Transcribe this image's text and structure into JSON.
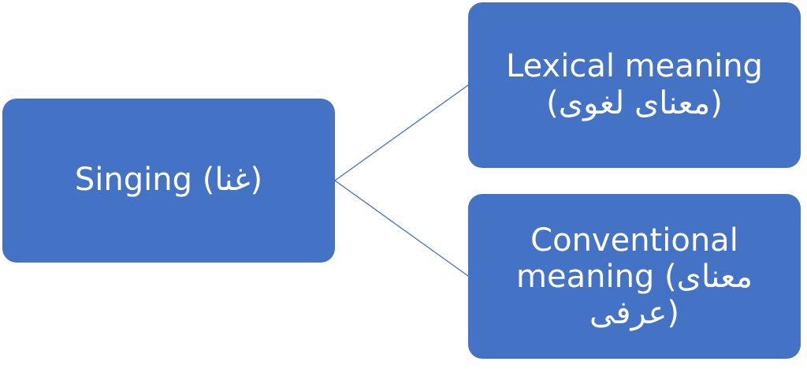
{
  "diagram": {
    "type": "tree",
    "colors": {
      "node_fill": "#4472C4",
      "node_text": "#FFFFFF",
      "connector": "#4472C4",
      "background": "#FFFFFF"
    },
    "root": {
      "label": "Singing (غنا)"
    },
    "children": [
      {
        "label_line1": "Lexical meaning",
        "label_line2": "(معنای لغوی)"
      },
      {
        "label_line1": "Conventional",
        "label_line2": "meaning (معنای",
        "label_line3": "عرفی)"
      }
    ]
  }
}
